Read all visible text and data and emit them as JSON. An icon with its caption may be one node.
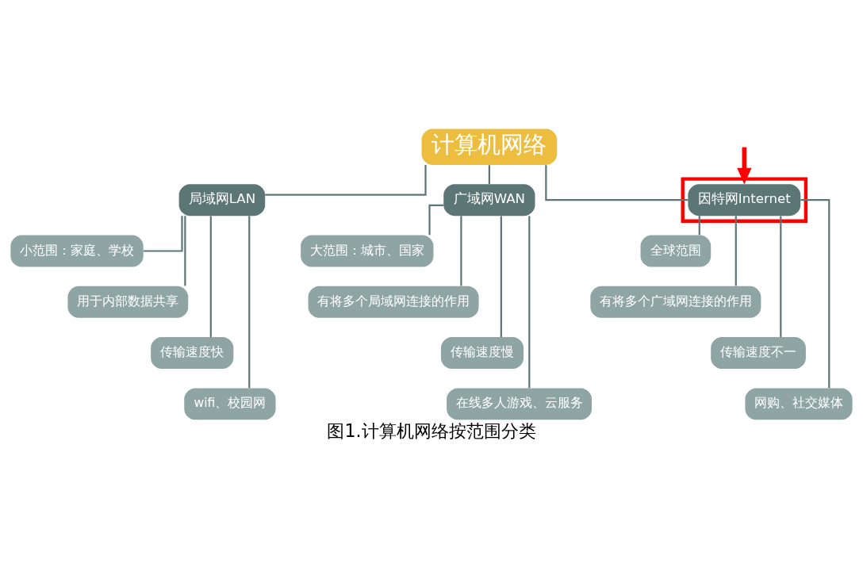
{
  "diagram": {
    "caption": "图1.计算机网络按范围分类",
    "nodes": [
      {
        "text": [
          "计算机网络"
        ]
      },
      {
        "text": [
          "局域网LAN"
        ]
      },
      {
        "text": [
          "广域网WAN"
        ]
      },
      {
        "text": [],
        "shape": "box"
      },
      {
        "text": [
          "因特网Internet"
        ],
        "in": 3
      },
      {
        "text": [
          "小范围：家庭、学校"
        ]
      },
      {
        "text": [
          "用于内部数据共享"
        ]
      },
      {
        "text": [
          "传输速度快"
        ]
      },
      {
        "text": [
          "wifi、校园网"
        ]
      },
      {
        "text": [
          "大范围：城市、国家"
        ]
      },
      {
        "text": [
          "有将多个局域网连接的作用"
        ]
      },
      {
        "text": [
          "传输速度慢"
        ]
      },
      {
        "text": [
          "在线多人游戏、云服务"
        ]
      },
      {
        "text": [
          "全球范围"
        ]
      },
      {
        "text": [
          "有将多个广域网连接的作用"
        ]
      },
      {
        "text": [
          "传输速度不一"
        ]
      },
      {
        "text": [
          "网购、社交媒体"
        ]
      }
    ],
    "edges": [
      {
        "from": 0,
        "to": 1,
        "arrow": "none"
      },
      {
        "from": 0,
        "to": 2,
        "arrow": "none"
      },
      {
        "from": 0,
        "to": 4,
        "arrow": "none"
      },
      {
        "from": 1,
        "to": 5,
        "arrow": "none"
      },
      {
        "from": 1,
        "to": 6,
        "arrow": "none"
      },
      {
        "from": 1,
        "to": 7,
        "arrow": "none"
      },
      {
        "from": 1,
        "to": 8,
        "arrow": "none"
      },
      {
        "from": 2,
        "to": 9,
        "arrow": "none"
      },
      {
        "from": 2,
        "to": 10,
        "arrow": "none"
      },
      {
        "from": 2,
        "to": 11,
        "arrow": "none"
      },
      {
        "from": 2,
        "to": 12,
        "arrow": "none"
      },
      {
        "from": 4,
        "to": 13,
        "arrow": "none"
      },
      {
        "from": 4,
        "to": 14,
        "arrow": "none"
      },
      {
        "from": 4,
        "to": 15,
        "arrow": "none"
      },
      {
        "from": 4,
        "to": 16,
        "arrow": "none"
      },
      {
        "from": null,
        "to": 3,
        "arrow": "to",
        "style": "thick",
        "color": "#ff0000"
      }
    ]
  }
}
